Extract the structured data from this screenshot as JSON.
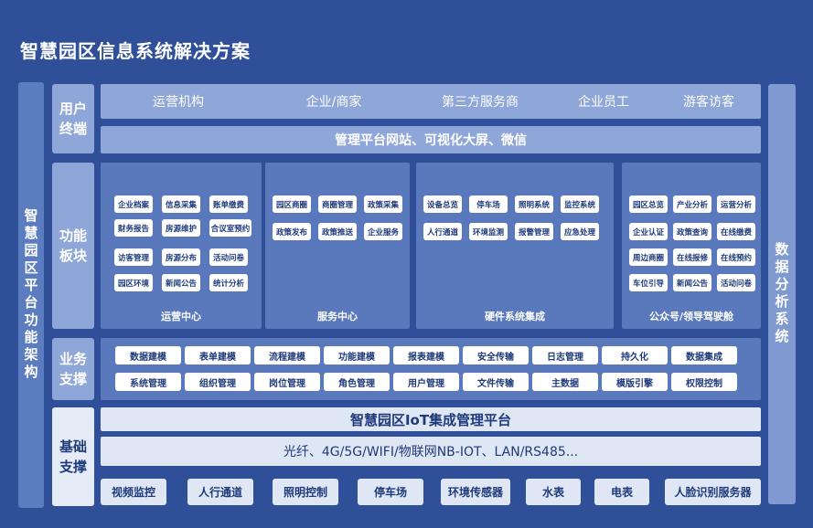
{
  "title": "智慧园区信息系统解决方案",
  "left_side": "智慧园区平台功能架构",
  "right_side": "数据分析系统",
  "layers": {
    "user": "用户终端",
    "function": "功能板块",
    "business": "业务支撑",
    "base": "基础支撑"
  },
  "user_terminals": [
    "运营机构",
    "企业/商家",
    "第三方服务商",
    "企业员工",
    "游客访客"
  ],
  "platform_bar": "管理平台网站、可视化大屏、微信",
  "panels": [
    {
      "caption": "运营中心",
      "items": [
        "企业档案",
        "信息采集",
        "账单缴费",
        "财务报告",
        "房源维护",
        "合议室预约",
        "访客管理",
        "房源分布",
        "活动问卷",
        "园区环境",
        "新闻公告",
        "统计分析"
      ]
    },
    {
      "caption": "服务中心",
      "items": [
        "园区商圈",
        "商圈管理",
        "政策采集",
        "政策发布",
        "政策推送",
        "企业服务"
      ]
    },
    {
      "caption": "硬件系统集成",
      "items": [
        "设备总览",
        "停车场",
        "照明系统",
        "监控系统",
        "人行通道",
        "环境监测",
        "报警管理",
        "应急处理"
      ]
    },
    {
      "caption": "公众号/领导驾驶舱",
      "items": [
        "园区总览",
        "产业分析",
        "运营分析",
        "企业认证",
        "政策查询",
        "在线缴费",
        "周边商圈",
        "在线报修",
        "在线预约",
        "车位引导",
        "新闻公告",
        "活动问卷"
      ]
    }
  ],
  "business_items": [
    "数据建模",
    "表单建模",
    "流程建模",
    "功能建模",
    "报表建模",
    "安全传输",
    "日志管理",
    "持久化",
    "数据集成",
    "系统管理",
    "组织管理",
    "岗位管理",
    "角色管理",
    "用户管理",
    "文件传输",
    "主数据",
    "模版引擎",
    "权限控制"
  ],
  "iot_platform": "智慧园区IoT集成管理平台",
  "network_bar": "光纤、4G/5G/WIFI/物联网NB-IOT、LAN/RS485...",
  "base_items": [
    "视频监控",
    "人行通道",
    "照明控制",
    "停车场",
    "环境传感器",
    "水表",
    "电表",
    "人脸识别服务器"
  ]
}
